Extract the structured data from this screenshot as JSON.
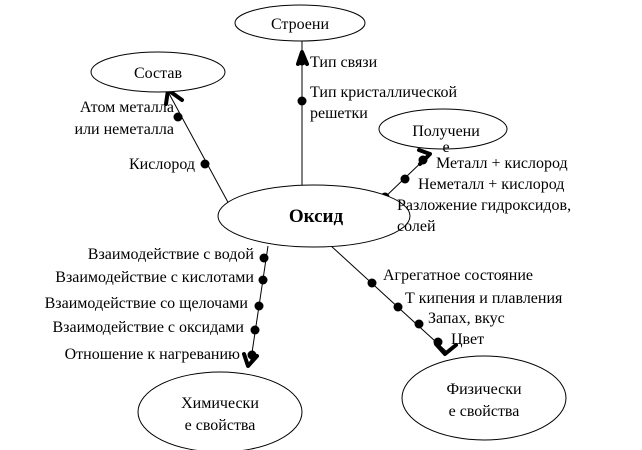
{
  "center": {
    "label": "Оксид"
  },
  "nodes": {
    "structure": {
      "label": "Строени"
    },
    "composition": {
      "label": "Состав"
    },
    "production": {
      "line1": "Получени",
      "line2": "е"
    },
    "physical": {
      "line1": "Физически",
      "line2": "е свойства"
    },
    "chemical": {
      "line1": "Химически",
      "line2": "е свойства"
    }
  },
  "branches": {
    "structure": [
      "Тип связи",
      "Тип кристаллической",
      "решетки"
    ],
    "composition": [
      "Атом металла",
      "или неметалла",
      "Кислород"
    ],
    "production": [
      "Металл + кислород",
      "Неметалл + кислород",
      "Разложение гидроксидов,",
      "солей"
    ],
    "physical": [
      "Агрегатное состояние",
      "Т кипения и плавления",
      "Запах, вкус",
      "Цвет"
    ],
    "chemical": [
      "Взаимодействие с водой",
      "Взаимодействие с кислотами",
      "Взаимодействие со щелочами",
      "Взаимодействие с оксидами",
      "Отношение к нагреванию"
    ]
  }
}
